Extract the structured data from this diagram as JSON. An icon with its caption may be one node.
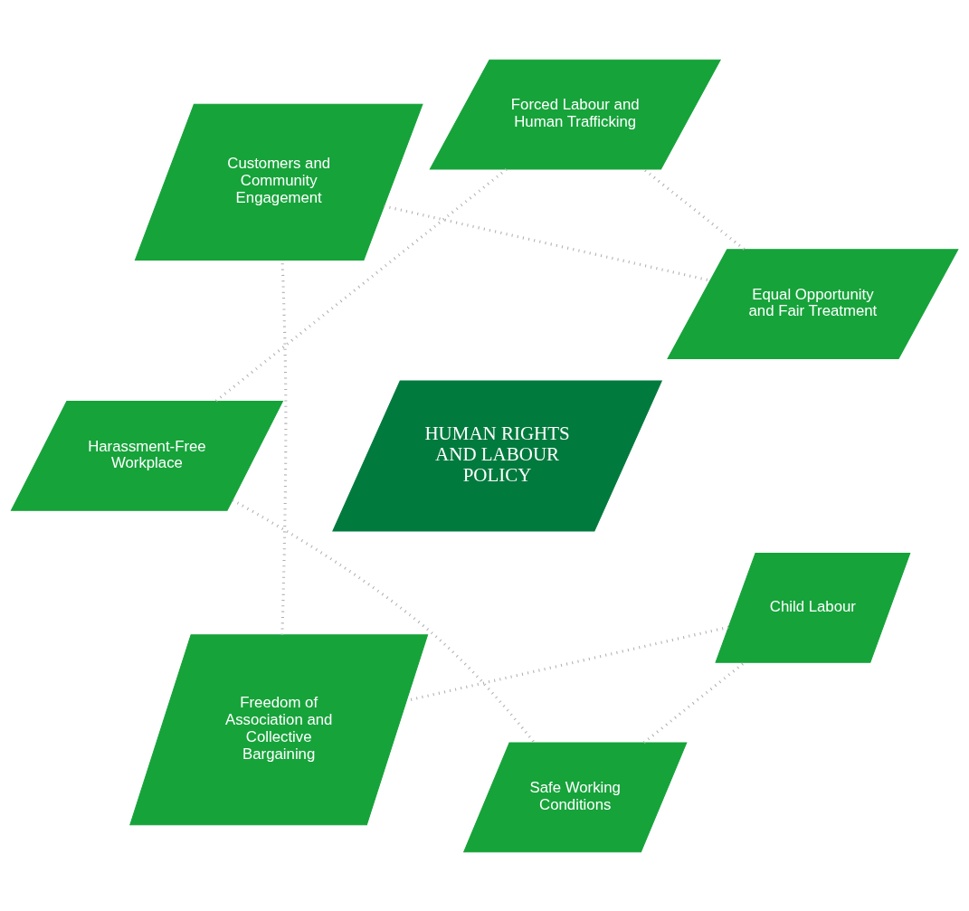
{
  "diagram": {
    "nodes": [
      {
        "text": [
          "Equal Opportunity and Fair Treatment"
        ]
      },
      {
        "text": [
          "Forced Labour and Human Trafficking"
        ]
      },
      {
        "text": [
          "Customers and Community Engagement"
        ]
      },
      {
        "text": [
          "HUMAN RIGHTS AND LABOUR POLICY"
        ]
      },
      {
        "text": [
          "Harassment-Free Workplace"
        ]
      },
      {
        "text": [
          "Freedom of Association and Collective Bargaining"
        ]
      },
      {
        "text": [
          "Safe Working Conditions"
        ]
      },
      {
        "text": [
          "Child Labour"
        ]
      }
    ],
    "edges": [
      {
        "from": 0,
        "to": 1,
        "arrow": "none",
        "style": "dashed"
      },
      {
        "from": 1,
        "to": 4,
        "arrow": "none",
        "style": "dashed"
      },
      {
        "from": 4,
        "to": 6,
        "arrow": "none",
        "style": "dashed"
      },
      {
        "from": 6,
        "to": 7,
        "arrow": "none",
        "style": "dashed"
      },
      {
        "from": 7,
        "to": 5,
        "arrow": "none",
        "style": "dashed"
      },
      {
        "from": 5,
        "to": 2,
        "arrow": "none",
        "style": "dashed"
      },
      {
        "from": 2,
        "to": 0,
        "arrow": "none",
        "style": "dashed"
      }
    ]
  }
}
